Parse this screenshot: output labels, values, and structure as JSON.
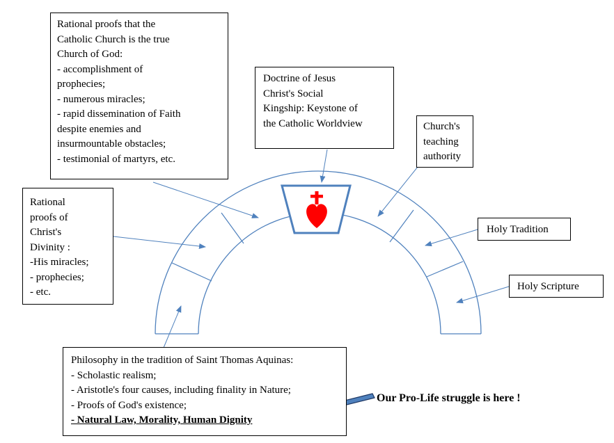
{
  "boxes": {
    "church_proofs": {
      "lines": [
        "Rational proofs that the",
        "Catholic Church is the true",
        "Church of God:",
        "- accomplishment of",
        "prophecies;",
        "- numerous miracles;",
        "- rapid dissemination of Faith",
        "despite enemies and",
        "insurmountable obstacles;",
        "- testimonial of martyrs, etc."
      ]
    },
    "kingship": {
      "lines": [
        "Doctrine of Jesus",
        "Christ's Social",
        "Kingship: Keystone of",
        "the Catholic Worldview"
      ]
    },
    "teaching": {
      "lines": [
        "Church's",
        "teaching",
        "authority"
      ]
    },
    "divinity": {
      "lines": [
        "Rational",
        "proofs of",
        "Christ's",
        "Divinity :",
        "-His miracles;",
        "- prophecies;",
        "- etc."
      ]
    },
    "tradition": {
      "label": "Holy Tradition"
    },
    "scripture": {
      "label": "Holy Scripture"
    },
    "philosophy": {
      "lines": [
        "Philosophy in the tradition of Saint Thomas Aquinas:",
        "- Scholastic realism;",
        "- Aristotle's four causes, including finality in Nature;",
        "- Proofs of God's existence;"
      ],
      "emphasis": "- Natural Law, Morality, Human Dignity"
    }
  },
  "callout": {
    "label": "Our Pro-Life struggle is here !"
  },
  "colors": {
    "arch_stroke": "#4f81bd",
    "keystone_stroke": "#4f81bd",
    "heart_fill": "#ff0000",
    "arrow_fill": "#4f81bd",
    "arrow_stroke": "#1f3864"
  },
  "icons": {
    "keystone": "sacred-heart-icon"
  }
}
